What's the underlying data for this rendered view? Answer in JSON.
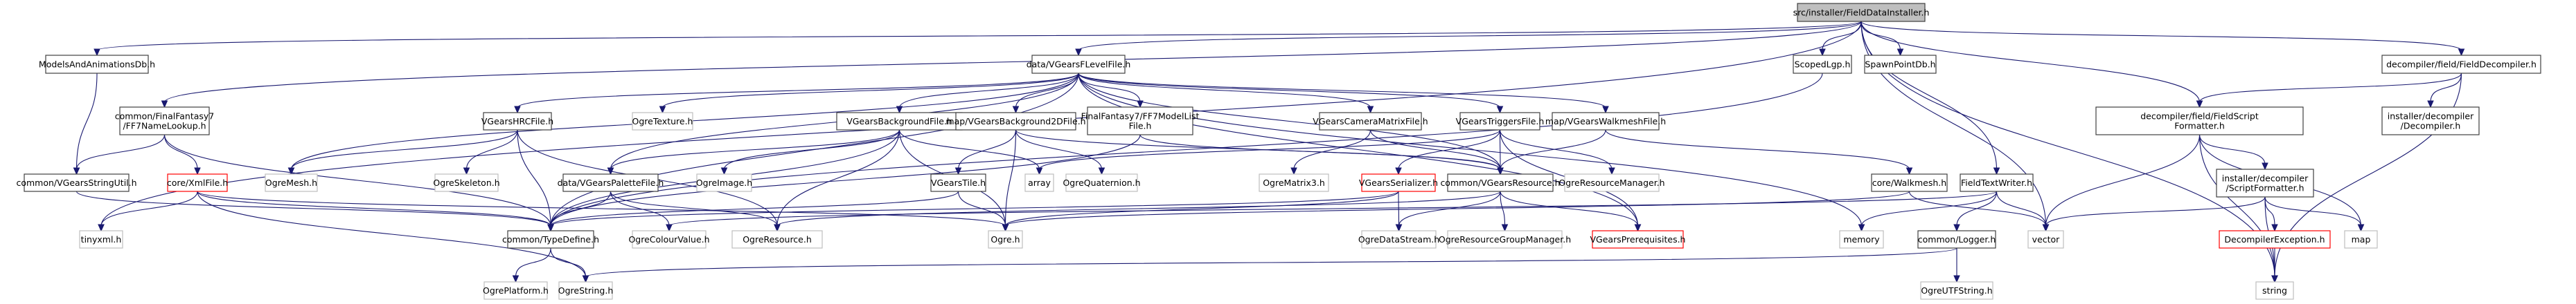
{
  "diagram": {
    "type": "include-dependency-graph",
    "title": "src/installer/FieldDataInstaller.h",
    "colors": {
      "edge": "#191970",
      "root_fill": "#bfbfbf",
      "documented_border": "#404040",
      "external_border": "#bfbfbf",
      "incomplete_border": "#ff0000"
    },
    "nodes": [
      {
        "id": "root",
        "lines": [
          "src/installer/FieldDataInstaller.h"
        ],
        "kind": "root"
      },
      {
        "id": "modelsdb",
        "lines": [
          "ModelsAndAnimationsDb.h"
        ],
        "kind": "documented"
      },
      {
        "id": "ff7name",
        "lines": [
          "common/FinalFantasy7",
          "/FF7NameLookup.h"
        ],
        "kind": "documented"
      },
      {
        "id": "strutil",
        "lines": [
          "common/VGearsStringUtil.h"
        ],
        "kind": "documented"
      },
      {
        "id": "xmlfile",
        "lines": [
          "core/XmlFile.h"
        ],
        "kind": "incomplete"
      },
      {
        "id": "tinyxml",
        "lines": [
          "tinyxml.h"
        ],
        "kind": "external"
      },
      {
        "id": "ogremesh",
        "lines": [
          "OgreMesh.h"
        ],
        "kind": "external"
      },
      {
        "id": "ogreskel",
        "lines": [
          "OgreSkeleton.h"
        ],
        "kind": "external"
      },
      {
        "id": "hrc",
        "lines": [
          "VGearsHRCFile.h"
        ],
        "kind": "documented"
      },
      {
        "id": "ogretex",
        "lines": [
          "OgreTexture.h"
        ],
        "kind": "external"
      },
      {
        "id": "bgfile",
        "lines": [
          "VGearsBackgroundFile.h"
        ],
        "kind": "documented"
      },
      {
        "id": "palette",
        "lines": [
          "data/VGearsPaletteFile.h"
        ],
        "kind": "documented"
      },
      {
        "id": "ogreimg",
        "lines": [
          "OgreImage.h"
        ],
        "kind": "external"
      },
      {
        "id": "typedef",
        "lines": [
          "common/TypeDefine.h"
        ],
        "kind": "documented"
      },
      {
        "id": "colour",
        "lines": [
          "OgreColourValue.h"
        ],
        "kind": "external"
      },
      {
        "id": "ogreres",
        "lines": [
          "OgreResource.h"
        ],
        "kind": "external"
      },
      {
        "id": "platform",
        "lines": [
          "OgrePlatform.h"
        ],
        "kind": "external"
      },
      {
        "id": "ogrestr",
        "lines": [
          "OgreString.h"
        ],
        "kind": "external"
      },
      {
        "id": "flevel",
        "lines": [
          "data/VGearsFLevelFile.h"
        ],
        "kind": "documented"
      },
      {
        "id": "bg2d",
        "lines": [
          "map/VGearsBackground2DFile.h"
        ],
        "kind": "documented"
      },
      {
        "id": "tile",
        "lines": [
          "VGearsTile.h"
        ],
        "kind": "documented"
      },
      {
        "id": "array",
        "lines": [
          "array"
        ],
        "kind": "external"
      },
      {
        "id": "quat",
        "lines": [
          "OgreQuaternion.h"
        ],
        "kind": "external"
      },
      {
        "id": "ogre",
        "lines": [
          "Ogre.h"
        ],
        "kind": "external"
      },
      {
        "id": "modellist",
        "lines": [
          "FinalFantasy7/FF7ModelList",
          "File.h"
        ],
        "kind": "documented"
      },
      {
        "id": "matrix3",
        "lines": [
          "OgreMatrix3.h"
        ],
        "kind": "external"
      },
      {
        "id": "cammat",
        "lines": [
          "VGearsCameraMatrixFile.h"
        ],
        "kind": "documented"
      },
      {
        "id": "serializer",
        "lines": [
          "VGearsSerializer.h"
        ],
        "kind": "incomplete"
      },
      {
        "id": "vgres",
        "lines": [
          "common/VGearsResource.h"
        ],
        "kind": "documented"
      },
      {
        "id": "resmgr",
        "lines": [
          "OgreResourceManager.h"
        ],
        "kind": "external"
      },
      {
        "id": "datastream",
        "lines": [
          "OgreDataStream.h"
        ],
        "kind": "external"
      },
      {
        "id": "resgrpmgr",
        "lines": [
          "OgreResourceGroupManager.h"
        ],
        "kind": "external"
      },
      {
        "id": "prereq",
        "lines": [
          "VGearsPrerequisites.h"
        ],
        "kind": "incomplete"
      },
      {
        "id": "triggers",
        "lines": [
          "VGearsTriggersFile.h"
        ],
        "kind": "documented"
      },
      {
        "id": "walkfile",
        "lines": [
          "map/VGearsWalkmeshFile.h"
        ],
        "kind": "documented"
      },
      {
        "id": "scopedlgp",
        "lines": [
          "ScopedLgp.h"
        ],
        "kind": "documented"
      },
      {
        "id": "spawn",
        "lines": [
          "SpawnPointDb.h"
        ],
        "kind": "documented"
      },
      {
        "id": "walkmesh",
        "lines": [
          "core/Walkmesh.h"
        ],
        "kind": "documented"
      },
      {
        "id": "textwriter",
        "lines": [
          "FieldTextWriter.h"
        ],
        "kind": "documented"
      },
      {
        "id": "memory",
        "lines": [
          "memory"
        ],
        "kind": "external"
      },
      {
        "id": "logger",
        "lines": [
          "common/Logger.h"
        ],
        "kind": "documented"
      },
      {
        "id": "vector",
        "lines": [
          "vector"
        ],
        "kind": "external"
      },
      {
        "id": "utfstr",
        "lines": [
          "OgreUTFString.h"
        ],
        "kind": "external"
      },
      {
        "id": "fsf",
        "lines": [
          "decompiler/field/FieldScript",
          "Formatter.h"
        ],
        "kind": "documented"
      },
      {
        "id": "scriptfmt",
        "lines": [
          "installer/decompiler",
          "/ScriptFormatter.h"
        ],
        "kind": "documented"
      },
      {
        "id": "decexc",
        "lines": [
          "DecompilerException.h"
        ],
        "kind": "incomplete"
      },
      {
        "id": "map",
        "lines": [
          "map"
        ],
        "kind": "external"
      },
      {
        "id": "string",
        "lines": [
          "string"
        ],
        "kind": "external"
      },
      {
        "id": "fielddec",
        "lines": [
          "decompiler/field/FieldDecompiler.h"
        ],
        "kind": "documented"
      },
      {
        "id": "decompiler",
        "lines": [
          "installer/decompiler",
          "/Decompiler.h"
        ],
        "kind": "documented"
      }
    ],
    "edges": [
      [
        "root",
        "modelsdb"
      ],
      [
        "root",
        "ff7name"
      ],
      [
        "root",
        "tinyxml"
      ],
      [
        "root",
        "flevel"
      ],
      [
        "root",
        "scopedlgp"
      ],
      [
        "root",
        "spawn"
      ],
      [
        "root",
        "textwriter"
      ],
      [
        "root",
        "vector"
      ],
      [
        "root",
        "fsf"
      ],
      [
        "root",
        "fielddec"
      ],
      [
        "root",
        "string"
      ],
      [
        "modelsdb",
        "strutil"
      ],
      [
        "ff7name",
        "strutil"
      ],
      [
        "ff7name",
        "xmlfile"
      ],
      [
        "ff7name",
        "typedef"
      ],
      [
        "strutil",
        "typedef"
      ],
      [
        "xmlfile",
        "tinyxml"
      ],
      [
        "xmlfile",
        "typedef"
      ],
      [
        "xmlfile",
        "ogrestr"
      ],
      [
        "xmlfile",
        "ogre"
      ],
      [
        "flevel",
        "ogremesh"
      ],
      [
        "flevel",
        "hrc"
      ],
      [
        "flevel",
        "ogretex"
      ],
      [
        "flevel",
        "bgfile"
      ],
      [
        "flevel",
        "palette"
      ],
      [
        "flevel",
        "bg2d"
      ],
      [
        "flevel",
        "modellist"
      ],
      [
        "flevel",
        "cammat"
      ],
      [
        "flevel",
        "triggers"
      ],
      [
        "flevel",
        "walkfile"
      ],
      [
        "flevel",
        "vgres"
      ],
      [
        "flevel",
        "typedef"
      ],
      [
        "flevel",
        "prereq"
      ],
      [
        "flevel",
        "memory"
      ],
      [
        "hrc",
        "ogremesh"
      ],
      [
        "hrc",
        "ogreskel"
      ],
      [
        "hrc",
        "typedef"
      ],
      [
        "hrc",
        "ogreres"
      ],
      [
        "bgfile",
        "palette"
      ],
      [
        "bgfile",
        "ogreimg"
      ],
      [
        "bgfile",
        "ogreres"
      ],
      [
        "bgfile",
        "ogre"
      ],
      [
        "bgfile",
        "array"
      ],
      [
        "bgfile",
        "typedef"
      ],
      [
        "palette",
        "typedef"
      ],
      [
        "palette",
        "colour"
      ],
      [
        "palette",
        "ogreres"
      ],
      [
        "typedef",
        "platform"
      ],
      [
        "typedef",
        "ogrestr"
      ],
      [
        "bg2d",
        "tile"
      ],
      [
        "bg2d",
        "ogre"
      ],
      [
        "bg2d",
        "quat"
      ],
      [
        "bg2d",
        "vgres"
      ],
      [
        "tile",
        "ogre"
      ],
      [
        "tile",
        "typedef"
      ],
      [
        "modellist",
        "typedef"
      ],
      [
        "modellist",
        "vgres"
      ],
      [
        "cammat",
        "matrix3"
      ],
      [
        "cammat",
        "vgres"
      ],
      [
        "triggers",
        "serializer"
      ],
      [
        "triggers",
        "vgres"
      ],
      [
        "triggers",
        "resmgr"
      ],
      [
        "triggers",
        "array"
      ],
      [
        "triggers",
        "prereq"
      ],
      [
        "walkfile",
        "vgres"
      ],
      [
        "walkfile",
        "walkmesh"
      ],
      [
        "serializer",
        "datastream"
      ],
      [
        "serializer",
        "typedef"
      ],
      [
        "serializer",
        "ogre"
      ],
      [
        "vgres",
        "datastream"
      ],
      [
        "vgres",
        "resgrpmgr"
      ],
      [
        "vgres",
        "prereq"
      ],
      [
        "vgres",
        "ogreres"
      ],
      [
        "scopedlgp",
        "typedef"
      ],
      [
        "walkmesh",
        "vector"
      ],
      [
        "walkmesh",
        "ogre"
      ],
      [
        "textwriter",
        "memory"
      ],
      [
        "textwriter",
        "logger"
      ],
      [
        "textwriter",
        "vector"
      ],
      [
        "textwriter",
        "colour"
      ],
      [
        "logger",
        "utfstr"
      ],
      [
        "logger",
        "ogrestr"
      ],
      [
        "fsf",
        "vector"
      ],
      [
        "fsf",
        "scriptfmt"
      ],
      [
        "fsf",
        "map"
      ],
      [
        "fsf",
        "string"
      ],
      [
        "scriptfmt",
        "decexc"
      ],
      [
        "scriptfmt",
        "map"
      ],
      [
        "scriptfmt",
        "string"
      ],
      [
        "scriptfmt",
        "vector"
      ],
      [
        "decexc",
        "string"
      ],
      [
        "fielddec",
        "fsf"
      ],
      [
        "fielddec",
        "decompiler"
      ],
      [
        "fielddec",
        "string"
      ]
    ]
  }
}
